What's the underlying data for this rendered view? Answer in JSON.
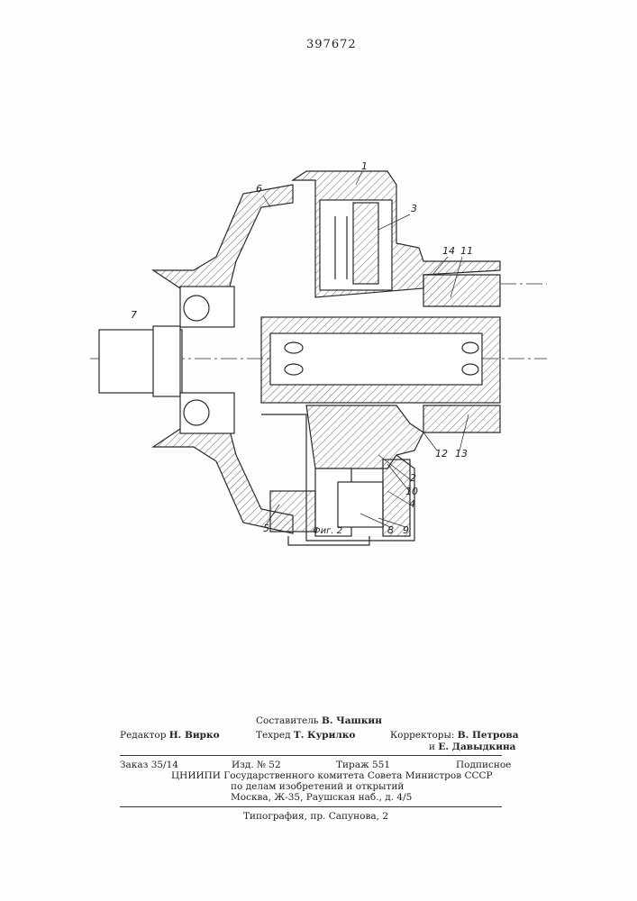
{
  "document_number": "397672",
  "figure": {
    "caption": "Фиг. 2",
    "part_labels": [
      "6",
      "1",
      "3",
      "14",
      "11",
      "7",
      "12",
      "13",
      "2",
      "10",
      "4",
      "5",
      "8",
      "9"
    ]
  },
  "colophon": {
    "compiler_label": "Составитель",
    "compiler_name": "В. Чашкин",
    "editor_label": "Редактор",
    "editor_name": "Н. Вирко",
    "techeditor_label": "Техред",
    "techeditor_name": "Т. Курилко",
    "correctors_label": "Корректоры:",
    "corrector1": "В. Петрова",
    "corrector2_prefix": "и",
    "corrector2": "Е. Давыдкина",
    "order": "Заказ  35/14",
    "edition": "Изд. № 52",
    "circulation": "Тираж  551",
    "subscription": "Подписное",
    "org_line1": "ЦНИИПИ Государственного комитета Совета Министров СССР",
    "org_line2": "по делам изобретений и открытий",
    "org_line3": "Москва, Ж-35, Раушская наб., д. 4/5",
    "printer": "Типография, пр. Сапунова, 2"
  }
}
